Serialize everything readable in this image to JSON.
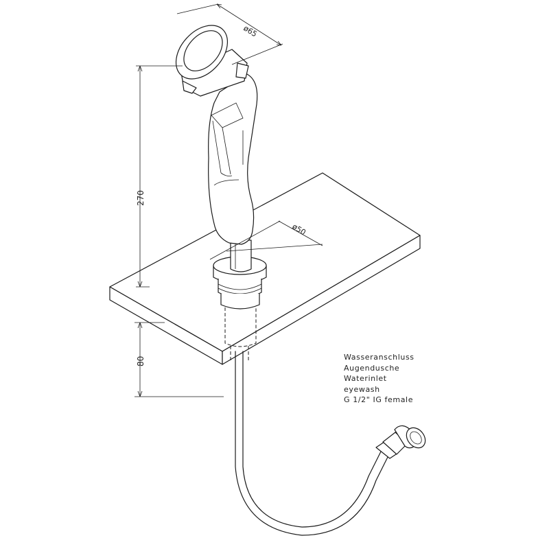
{
  "dimensions": {
    "head_diameter": "ø65",
    "flange_diameter": "ø50",
    "height_above_plate": "270",
    "depth_below_plate": "80"
  },
  "annotation": {
    "lines": [
      "Wasseranschluss",
      "Augendusche",
      "Waterinlet",
      "eyewash",
      "G 1/2\" IG female"
    ]
  }
}
